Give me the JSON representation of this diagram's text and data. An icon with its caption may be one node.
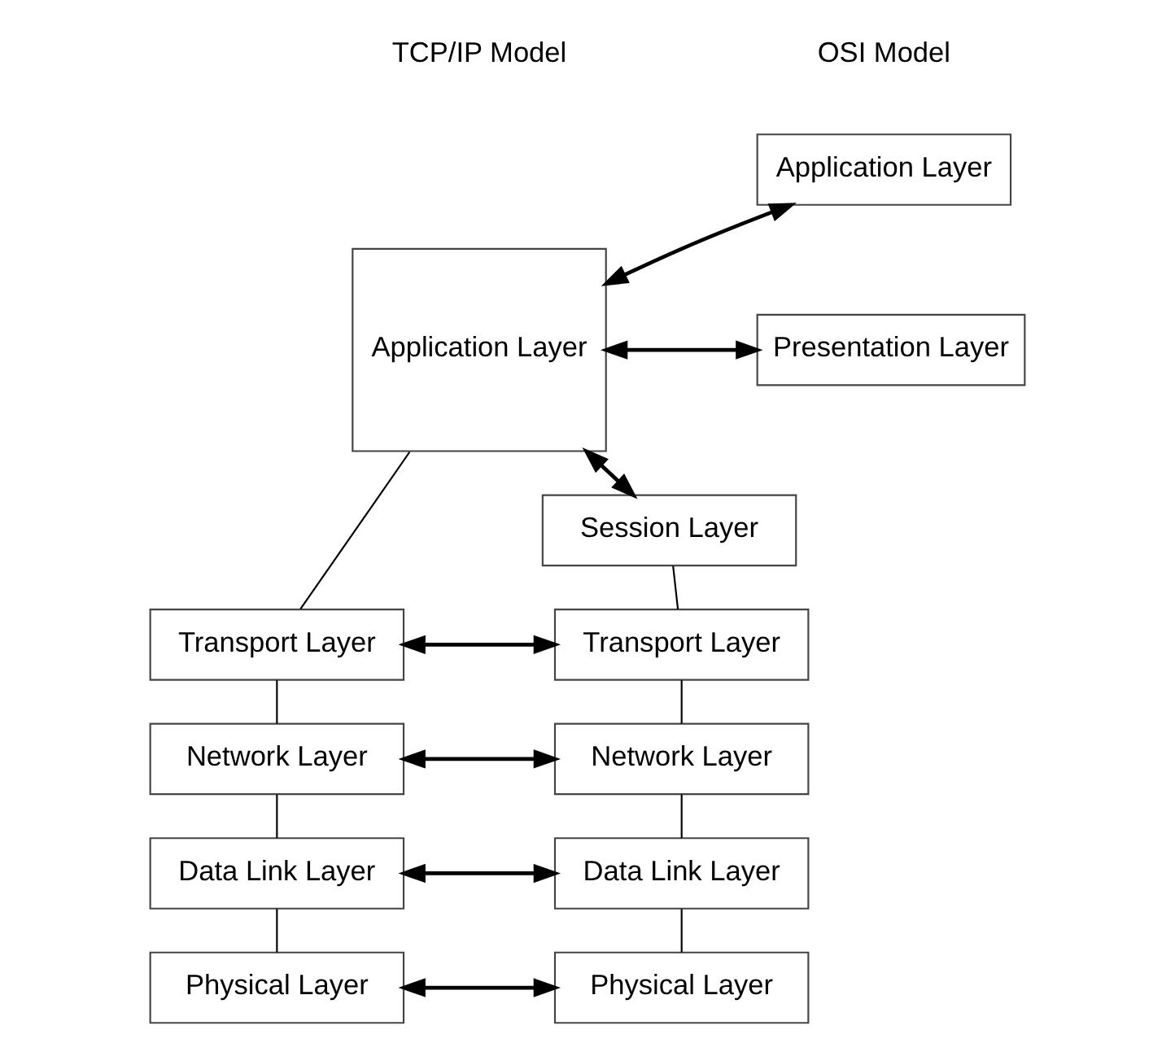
{
  "diagram": {
    "nodes": [
      {
        "text": [
          "Application Layer"
        ]
      },
      {
        "text": [
          "Application Layer"
        ]
      },
      {
        "text": [
          "Presentation Layer"
        ]
      },
      {
        "text": [
          "Session Layer"
        ]
      },
      {
        "text": [
          "Transport Layer"
        ]
      },
      {
        "text": [
          "Transport Layer"
        ]
      },
      {
        "text": [
          "Network Layer"
        ]
      },
      {
        "text": [
          "Network Layer"
        ]
      },
      {
        "text": [
          "Data Link Layer"
        ]
      },
      {
        "text": [
          "Data Link Layer"
        ]
      },
      {
        "text": [
          "Physical Layer"
        ]
      },
      {
        "text": [
          "Physical Layer"
        ]
      }
    ],
    "edges": [
      {
        "from": 0,
        "to": 1,
        "arrow": "both"
      },
      {
        "from": 0,
        "to": 2,
        "arrow": "both"
      },
      {
        "from": 0,
        "to": 3,
        "arrow": "both"
      },
      {
        "from": 0,
        "to": 4,
        "arrow": "none"
      },
      {
        "from": 3,
        "to": 5,
        "arrow": "none"
      },
      {
        "from": 4,
        "to": 5,
        "arrow": "both"
      },
      {
        "from": 4,
        "to": 6,
        "arrow": "none"
      },
      {
        "from": 5,
        "to": 7,
        "arrow": "none"
      },
      {
        "from": 6,
        "to": 7,
        "arrow": "both"
      },
      {
        "from": 6,
        "to": 8,
        "arrow": "none"
      },
      {
        "from": 7,
        "to": 9,
        "arrow": "none"
      },
      {
        "from": 8,
        "to": 9,
        "arrow": "both"
      },
      {
        "from": 8,
        "to": 10,
        "arrow": "none"
      },
      {
        "from": 9,
        "to": 11,
        "arrow": "none"
      },
      {
        "from": 10,
        "to": 11,
        "arrow": "both"
      }
    ],
    "labels": [
      "TCP/IP Model",
      "OSI Model"
    ]
  }
}
